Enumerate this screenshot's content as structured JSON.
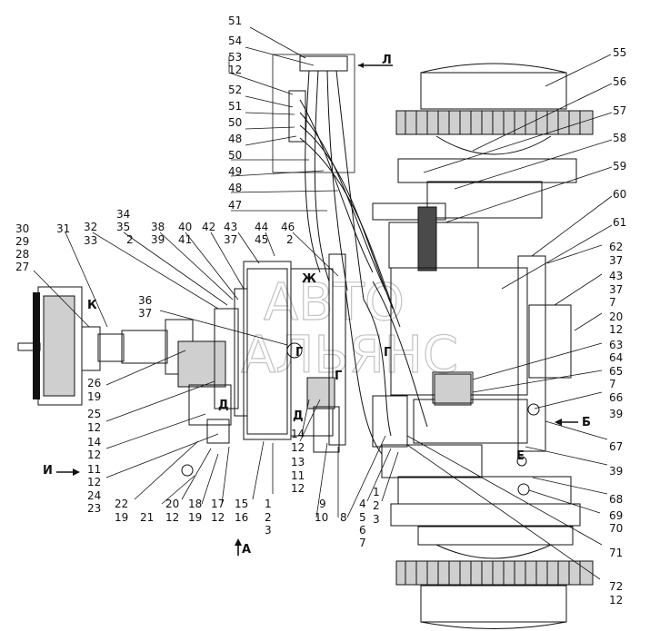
{
  "callouts": [
    {
      "id": "c51a",
      "text": "51"
    },
    {
      "id": "c54",
      "text": "54"
    },
    {
      "id": "c53",
      "text": "53"
    },
    {
      "id": "c12a",
      "text": "12"
    },
    {
      "id": "c52",
      "text": "52"
    },
    {
      "id": "c51b",
      "text": "51"
    },
    {
      "id": "c50a",
      "text": "50"
    },
    {
      "id": "c48a",
      "text": "48"
    },
    {
      "id": "c50b",
      "text": "50"
    },
    {
      "id": "c49",
      "text": "49"
    },
    {
      "id": "c48b",
      "text": "48"
    },
    {
      "id": "c47",
      "text": "47"
    },
    {
      "id": "c55",
      "text": "55"
    },
    {
      "id": "c56",
      "text": "56"
    },
    {
      "id": "c57",
      "text": "57"
    },
    {
      "id": "c58",
      "text": "58"
    },
    {
      "id": "c59",
      "text": "59"
    },
    {
      "id": "c60",
      "text": "60"
    },
    {
      "id": "c61",
      "text": "61"
    },
    {
      "id": "c62",
      "text": "62"
    },
    {
      "id": "c37a",
      "text": "37"
    },
    {
      "id": "c43a",
      "text": "43"
    },
    {
      "id": "c37b",
      "text": "37"
    },
    {
      "id": "c7a",
      "text": "7"
    },
    {
      "id": "c20a",
      "text": "20"
    },
    {
      "id": "c12b",
      "text": "12"
    },
    {
      "id": "c63",
      "text": "63"
    },
    {
      "id": "c64",
      "text": "64"
    },
    {
      "id": "c65",
      "text": "65"
    },
    {
      "id": "c7b",
      "text": "7"
    },
    {
      "id": "c66",
      "text": "66"
    },
    {
      "id": "c39a",
      "text": "39"
    },
    {
      "id": "c67",
      "text": "67"
    },
    {
      "id": "c39b",
      "text": "39"
    },
    {
      "id": "c68",
      "text": "68"
    },
    {
      "id": "c69",
      "text": "69"
    },
    {
      "id": "c70",
      "text": "70"
    },
    {
      "id": "c71",
      "text": "71"
    },
    {
      "id": "c72",
      "text": "72"
    },
    {
      "id": "c12c",
      "text": "12"
    },
    {
      "id": "c30",
      "text": "30"
    },
    {
      "id": "c29",
      "text": "29"
    },
    {
      "id": "c28",
      "text": "28"
    },
    {
      "id": "c27",
      "text": "27"
    },
    {
      "id": "c31",
      "text": "31"
    },
    {
      "id": "c32",
      "text": "32"
    },
    {
      "id": "c33",
      "text": "33"
    },
    {
      "id": "c34",
      "text": "34"
    },
    {
      "id": "c35",
      "text": "35"
    },
    {
      "id": "c2a",
      "text": "2"
    },
    {
      "id": "c38",
      "text": "38"
    },
    {
      "id": "c39c",
      "text": "39"
    },
    {
      "id": "c40",
      "text": "40"
    },
    {
      "id": "c41",
      "text": "41"
    },
    {
      "id": "c42",
      "text": "42"
    },
    {
      "id": "c43b",
      "text": "43"
    },
    {
      "id": "c37c",
      "text": "37"
    },
    {
      "id": "c44",
      "text": "44"
    },
    {
      "id": "c45",
      "text": "45"
    },
    {
      "id": "c46",
      "text": "46"
    },
    {
      "id": "c2b",
      "text": "2"
    },
    {
      "id": "c36",
      "text": "36"
    },
    {
      "id": "c37d",
      "text": "37"
    },
    {
      "id": "c26",
      "text": "26"
    },
    {
      "id": "c19a",
      "text": "19"
    },
    {
      "id": "c25",
      "text": "25"
    },
    {
      "id": "c12d",
      "text": "12"
    },
    {
      "id": "c14a",
      "text": "14"
    },
    {
      "id": "c12e",
      "text": "12"
    },
    {
      "id": "c11a",
      "text": "11"
    },
    {
      "id": "c12f",
      "text": "12"
    },
    {
      "id": "c24",
      "text": "24"
    },
    {
      "id": "c23",
      "text": "23"
    },
    {
      "id": "c22",
      "text": "22"
    },
    {
      "id": "c19b",
      "text": "19"
    },
    {
      "id": "c21",
      "text": "21"
    },
    {
      "id": "c20b",
      "text": "20"
    },
    {
      "id": "c12g",
      "text": "12"
    },
    {
      "id": "c18",
      "text": "18"
    },
    {
      "id": "c19c",
      "text": "19"
    },
    {
      "id": "c17",
      "text": "17"
    },
    {
      "id": "c12h",
      "text": "12"
    },
    {
      "id": "c15",
      "text": "15"
    },
    {
      "id": "c16",
      "text": "16"
    },
    {
      "id": "c1a",
      "text": "1"
    },
    {
      "id": "c2c",
      "text": "2"
    },
    {
      "id": "c3a",
      "text": "3"
    },
    {
      "id": "c14b",
      "text": "14"
    },
    {
      "id": "c12i",
      "text": "12"
    },
    {
      "id": "c13",
      "text": "13"
    },
    {
      "id": "c11b",
      "text": "11"
    },
    {
      "id": "c12j",
      "text": "12"
    },
    {
      "id": "c9",
      "text": "9"
    },
    {
      "id": "c10",
      "text": "10"
    },
    {
      "id": "c8",
      "text": "8"
    },
    {
      "id": "c4",
      "text": "4"
    },
    {
      "id": "c5",
      "text": "5"
    },
    {
      "id": "c6",
      "text": "6"
    },
    {
      "id": "c7c",
      "text": "7"
    },
    {
      "id": "c1b",
      "text": "1"
    },
    {
      "id": "c2d",
      "text": "2"
    },
    {
      "id": "c3b",
      "text": "3"
    }
  ],
  "view_letters": {
    "L": "Л",
    "Zh": "Ж",
    "G1": "Г",
    "G2": "Г",
    "G3": "Г",
    "D1": "Д",
    "D2": "Д",
    "K": "К",
    "I": "И",
    "A": "А",
    "B": "Б",
    "E": "Е"
  },
  "watermark": {
    "line1": "АВТО",
    "line2": "АЛЬЯНС"
  }
}
